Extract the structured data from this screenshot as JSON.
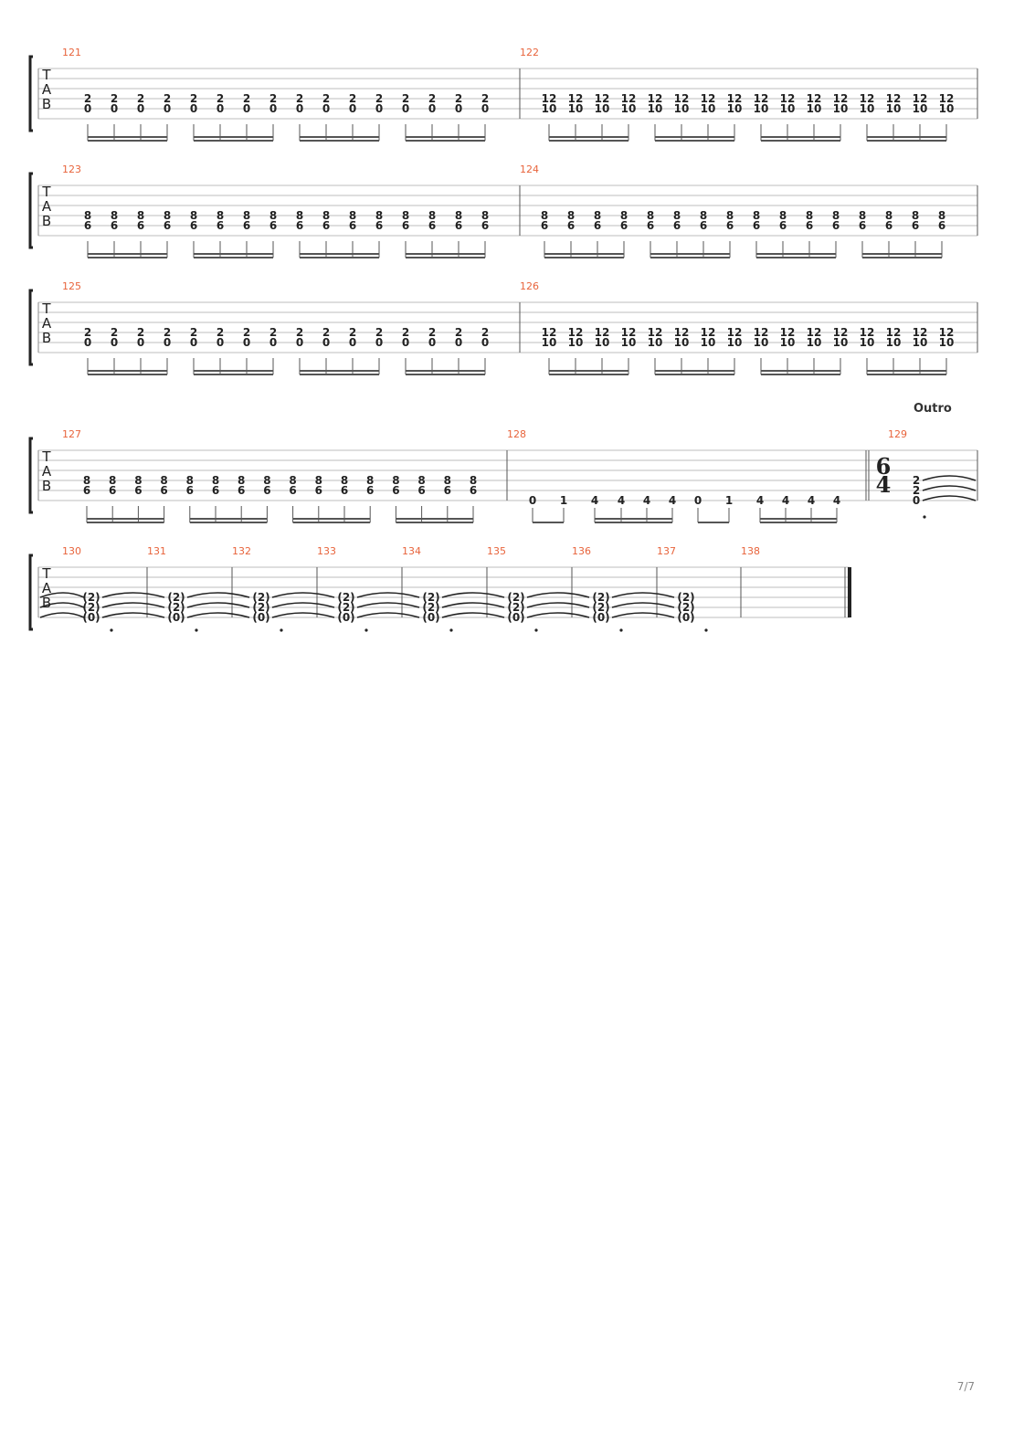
{
  "page": {
    "number": "7/7"
  },
  "clef": [
    "T",
    "A",
    "B"
  ],
  "systems": [
    {
      "measures": [
        {
          "number": "121",
          "chords": [
            [
              "2",
              "0"
            ],
            [
              "2",
              "0"
            ],
            [
              "2",
              "0"
            ],
            [
              "2",
              "0"
            ],
            [
              "2",
              "0"
            ],
            [
              "2",
              "0"
            ],
            [
              "2",
              "0"
            ],
            [
              "2",
              "0"
            ],
            [
              "2",
              "0"
            ],
            [
              "2",
              "0"
            ],
            [
              "2",
              "0"
            ],
            [
              "2",
              "0"
            ],
            [
              "2",
              "0"
            ],
            [
              "2",
              "0"
            ],
            [
              "2",
              "0"
            ],
            [
              "2",
              "0"
            ]
          ]
        },
        {
          "number": "122",
          "chords": [
            [
              "12",
              "10"
            ],
            [
              "12",
              "10"
            ],
            [
              "12",
              "10"
            ],
            [
              "12",
              "10"
            ],
            [
              "12",
              "10"
            ],
            [
              "12",
              "10"
            ],
            [
              "12",
              "10"
            ],
            [
              "12",
              "10"
            ],
            [
              "12",
              "10"
            ],
            [
              "12",
              "10"
            ],
            [
              "12",
              "10"
            ],
            [
              "12",
              "10"
            ],
            [
              "12",
              "10"
            ],
            [
              "12",
              "10"
            ],
            [
              "12",
              "10"
            ],
            [
              "12",
              "10"
            ]
          ]
        }
      ]
    },
    {
      "measures": [
        {
          "number": "123",
          "chords": [
            [
              "8",
              "6"
            ],
            [
              "8",
              "6"
            ],
            [
              "8",
              "6"
            ],
            [
              "8",
              "6"
            ],
            [
              "8",
              "6"
            ],
            [
              "8",
              "6"
            ],
            [
              "8",
              "6"
            ],
            [
              "8",
              "6"
            ],
            [
              "8",
              "6"
            ],
            [
              "8",
              "6"
            ],
            [
              "8",
              "6"
            ],
            [
              "8",
              "6"
            ],
            [
              "8",
              "6"
            ],
            [
              "8",
              "6"
            ],
            [
              "8",
              "6"
            ],
            [
              "8",
              "6"
            ]
          ]
        },
        {
          "number": "124",
          "chords": [
            [
              "8",
              "6"
            ],
            [
              "8",
              "6"
            ],
            [
              "8",
              "6"
            ],
            [
              "8",
              "6"
            ],
            [
              "8",
              "6"
            ],
            [
              "8",
              "6"
            ],
            [
              "8",
              "6"
            ],
            [
              "8",
              "6"
            ],
            [
              "8",
              "6"
            ],
            [
              "8",
              "6"
            ],
            [
              "8",
              "6"
            ],
            [
              "8",
              "6"
            ],
            [
              "8",
              "6"
            ],
            [
              "8",
              "6"
            ],
            [
              "8",
              "6"
            ],
            [
              "8",
              "6"
            ]
          ]
        }
      ]
    },
    {
      "measures": [
        {
          "number": "125",
          "chords": [
            [
              "2",
              "0"
            ],
            [
              "2",
              "0"
            ],
            [
              "2",
              "0"
            ],
            [
              "2",
              "0"
            ],
            [
              "2",
              "0"
            ],
            [
              "2",
              "0"
            ],
            [
              "2",
              "0"
            ],
            [
              "2",
              "0"
            ],
            [
              "2",
              "0"
            ],
            [
              "2",
              "0"
            ],
            [
              "2",
              "0"
            ],
            [
              "2",
              "0"
            ],
            [
              "2",
              "0"
            ],
            [
              "2",
              "0"
            ],
            [
              "2",
              "0"
            ],
            [
              "2",
              "0"
            ]
          ]
        },
        {
          "number": "126",
          "chords": [
            [
              "12",
              "10"
            ],
            [
              "12",
              "10"
            ],
            [
              "12",
              "10"
            ],
            [
              "12",
              "10"
            ],
            [
              "12",
              "10"
            ],
            [
              "12",
              "10"
            ],
            [
              "12",
              "10"
            ],
            [
              "12",
              "10"
            ],
            [
              "12",
              "10"
            ],
            [
              "12",
              "10"
            ],
            [
              "12",
              "10"
            ],
            [
              "12",
              "10"
            ],
            [
              "12",
              "10"
            ],
            [
              "12",
              "10"
            ],
            [
              "12",
              "10"
            ],
            [
              "12",
              "10"
            ]
          ]
        }
      ]
    },
    {
      "section": "Outro",
      "measures": [
        {
          "number": "127",
          "chords": [
            [
              "8",
              "6"
            ],
            [
              "8",
              "6"
            ],
            [
              "8",
              "6"
            ],
            [
              "8",
              "6"
            ],
            [
              "8",
              "6"
            ],
            [
              "8",
              "6"
            ],
            [
              "8",
              "6"
            ],
            [
              "8",
              "6"
            ],
            [
              "8",
              "6"
            ],
            [
              "8",
              "6"
            ],
            [
              "8",
              "6"
            ],
            [
              "8",
              "6"
            ],
            [
              "8",
              "6"
            ],
            [
              "8",
              "6"
            ],
            [
              "8",
              "6"
            ],
            [
              "8",
              "6"
            ]
          ]
        },
        {
          "number": "128",
          "notes": [
            "0",
            "1",
            "4",
            "4",
            "4",
            "4",
            "0",
            "1",
            "4",
            "4",
            "4",
            "4"
          ]
        },
        {
          "number": "129",
          "time_signature": [
            "6",
            "4"
          ],
          "chord": [
            "2",
            "2",
            "0"
          ]
        }
      ]
    },
    {
      "measures": [
        {
          "number": "130",
          "tied": [
            "(2)",
            "(2)",
            "(0)"
          ]
        },
        {
          "number": "131",
          "tied": [
            "(2)",
            "(2)",
            "(0)"
          ]
        },
        {
          "number": "132",
          "tied": [
            "(2)",
            "(2)",
            "(0)"
          ]
        },
        {
          "number": "133",
          "tied": [
            "(2)",
            "(2)",
            "(0)"
          ]
        },
        {
          "number": "134",
          "tied": [
            "(2)",
            "(2)",
            "(0)"
          ]
        },
        {
          "number": "135",
          "tied": [
            "(2)",
            "(2)",
            "(0)"
          ]
        },
        {
          "number": "136",
          "tied": [
            "(2)",
            "(2)",
            "(0)"
          ]
        },
        {
          "number": "137",
          "tied": [
            "(2)",
            "(2)",
            "(0)"
          ]
        },
        {
          "number": "138"
        }
      ]
    }
  ]
}
